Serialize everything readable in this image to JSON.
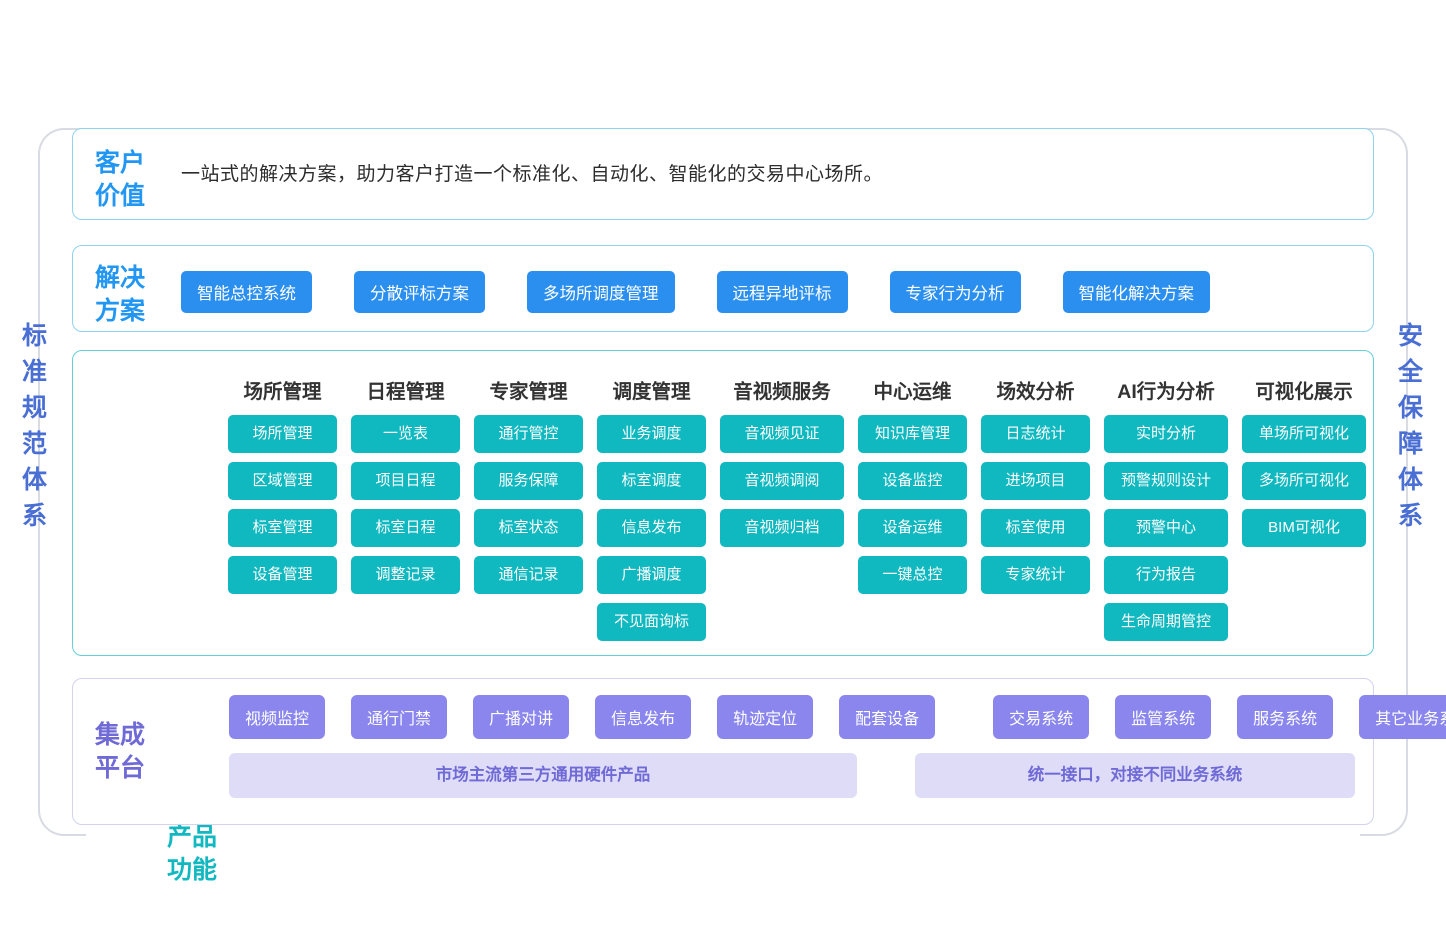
{
  "sides": {
    "left_label": "标准规范体系",
    "right_label": "安全保障体系"
  },
  "customer_value": {
    "label": "客户\n价值",
    "label_line1": "客户",
    "label_line2": "价值",
    "text": "一站式的解决方案，助力客户打造一个标准化、自动化、智能化的交易中心场所。"
  },
  "solution": {
    "label_line1": "解决",
    "label_line2": "方案",
    "chips": [
      "智能总控系统",
      "分散评标方案",
      "多场所调度管理",
      "远程异地评标",
      "专家行为分析",
      "智能化解决方案"
    ]
  },
  "product": {
    "label_line1": "产品",
    "label_line2": "功能",
    "columns": [
      {
        "header": "场所管理",
        "items": [
          "场所管理",
          "区域管理",
          "标室管理",
          "设备管理"
        ]
      },
      {
        "header": "日程管理",
        "items": [
          "一览表",
          "项目日程",
          "标室日程",
          "调整记录"
        ]
      },
      {
        "header": "专家管理",
        "items": [
          "通行管控",
          "服务保障",
          "标室状态",
          "通信记录"
        ]
      },
      {
        "header": "调度管理",
        "items": [
          "业务调度",
          "标室调度",
          "信息发布",
          "广播调度",
          "不见面询标"
        ]
      },
      {
        "header": "音视频服务",
        "items": [
          "音视频见证",
          "音视频调阅",
          "音视频归档"
        ]
      },
      {
        "header": "中心运维",
        "items": [
          "知识库管理",
          "设备监控",
          "设备运维",
          "一键总控"
        ]
      },
      {
        "header": "场效分析",
        "items": [
          "日志统计",
          "进场项目",
          "标室使用",
          "专家统计"
        ]
      },
      {
        "header": "AI行为分析",
        "items": [
          "实时分析",
          "预警规则设计",
          "预警中心",
          "行为报告",
          "生命周期管控"
        ]
      },
      {
        "header": "可视化展示",
        "items": [
          "单场所可视化",
          "多场所可视化",
          "BIM可视化"
        ]
      }
    ]
  },
  "integration": {
    "label_line1": "集成",
    "label_line2": "平台",
    "hardware_chips": [
      "视频监控",
      "通行门禁",
      "广播对讲",
      "信息发布",
      "轨迹定位",
      "配套设备"
    ],
    "system_chips": [
      "交易系统",
      "监管系统",
      "服务系统",
      "其它业务系统"
    ],
    "hardware_bar": "市场主流第三方通用硬件产品",
    "system_bar": "统一接口，对接不同业务系统"
  },
  "colors": {
    "blue": "#2b8ff0",
    "teal": "#10b8c0",
    "violet": "#8a86ee",
    "violet_bar": "#dedcf7",
    "side_label": "#4a6fd4",
    "rail": "#d8dbe2"
  }
}
